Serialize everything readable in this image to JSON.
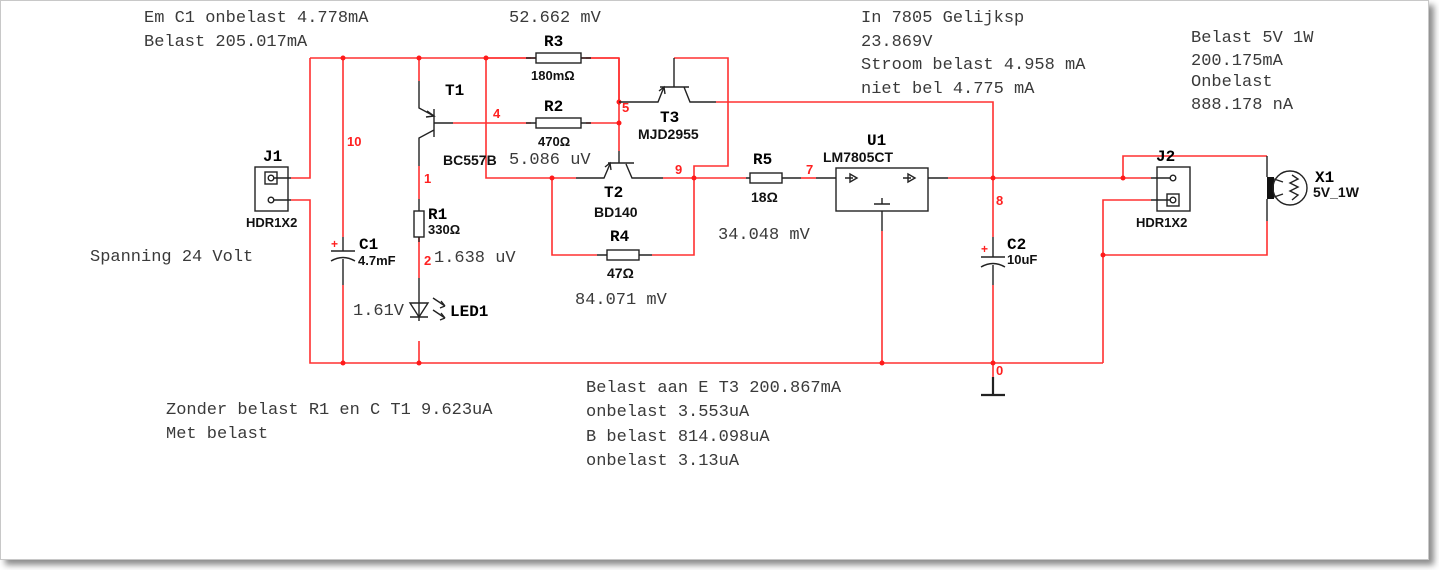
{
  "annotations": {
    "c1_emitter_unloaded": "Em C1 onbelast 4.778mA",
    "c1_loaded": "Belast 205.017mA",
    "r3_voltage": "52.662 mV",
    "regulator_input_1": "In 7805 Gelijksp",
    "regulator_input_2": "23.869V",
    "regulator_input_3": "Stroom belast 4.958 mA",
    "regulator_input_4": "niet bel 4.775 mA",
    "load_1": "Belast 5V 1W",
    "load_2": "200.175mA",
    "load_3": "Onbelast",
    "load_4": "888.178 nA",
    "t1_base_voltage": "5.086 uV",
    "supply_voltage": "Spanning 24 Volt",
    "r1_voltage": "1.638 uV",
    "led_voltage": "1.61V",
    "r5_voltage": "34.048 mV",
    "r4_voltage": "84.071 mV",
    "t1_note_1": "Zonder belast R1 en C T1 9.623uA",
    "t1_note_2": "Met belast",
    "t3_note_1": "Belast aan E T3 200.867mA",
    "t3_note_2": "onbelast 3.553uA",
    "t3_note_3": "B belast 814.098uA",
    "t3_note_4": "onbelast 3.13uA"
  },
  "components": {
    "j1": {
      "ref": "J1",
      "value": "HDR1X2"
    },
    "j2": {
      "ref": "J2",
      "value": "HDR1X2"
    },
    "c1": {
      "ref": "C1",
      "value": "4.7mF",
      "polarity": "+"
    },
    "c2": {
      "ref": "C2",
      "value": "10uF",
      "polarity": "+"
    },
    "r1": {
      "ref": "R1",
      "value": "330Ω"
    },
    "r2": {
      "ref": "R2",
      "value": "470Ω"
    },
    "r3": {
      "ref": "R3",
      "value": "180mΩ"
    },
    "r4": {
      "ref": "R4",
      "value": "47Ω"
    },
    "r5": {
      "ref": "R5",
      "value": "18Ω"
    },
    "t1": {
      "ref": "T1",
      "value": "BC557B"
    },
    "t2": {
      "ref": "T2",
      "value": "BD140"
    },
    "t3": {
      "ref": "T3",
      "value": "MJD2955"
    },
    "u1": {
      "ref": "U1",
      "value": "LM7805CT"
    },
    "led1": {
      "ref": "LED1"
    },
    "x1": {
      "ref": "X1",
      "value": "5V_1W"
    }
  },
  "nets": {
    "n10": "10",
    "n1": "1",
    "n2": "2",
    "n4": "4",
    "n5": "5",
    "n9": "9",
    "n7": "7",
    "n8": "8",
    "n0": "0"
  },
  "colors": {
    "wire": "#ff3030",
    "net_label": "#ff2020",
    "component": "#222222",
    "annotation_text": "#3a3a3a"
  }
}
